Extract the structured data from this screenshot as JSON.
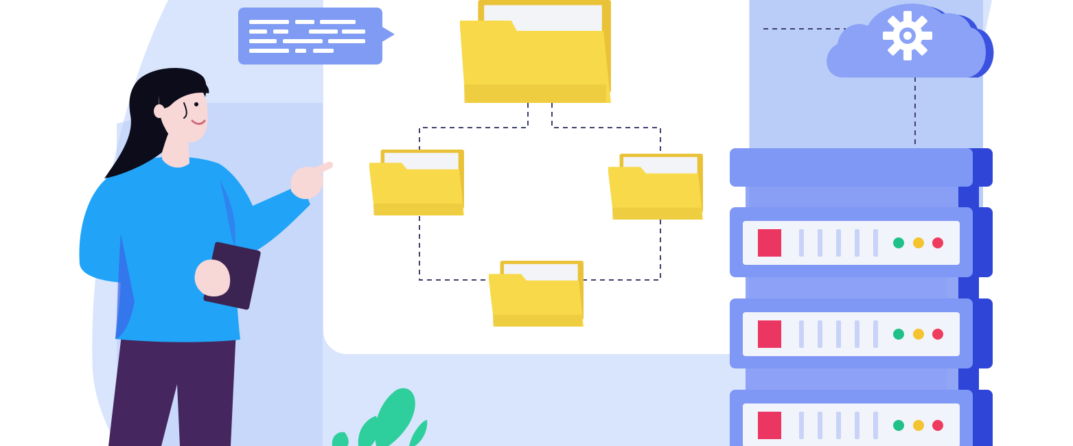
{
  "illustration": {
    "subject": "file-server-storage",
    "background_color": "#ffffff",
    "colors": {
      "backdrop_light": "#d9e5fc",
      "backdrop_mid": "#b9cdf8",
      "panel": "#ffffff",
      "folder_yellow": "#f7d94a",
      "folder_yellow_dark": "#e9c238",
      "folder_paper": "#f2f4f8",
      "server_blue": "#7f97f5",
      "server_side": "#2f45d8",
      "server_face": "#f2f4fb",
      "server_bar": "#c8d3f7",
      "led_green": "#20c189",
      "led_yellow": "#f4c430",
      "led_red": "#ef3b5e",
      "red_block": "#ec3662",
      "cloud": "#8ba2f7",
      "cloud_dark": "#3b52e0",
      "gear": "#ffffff",
      "speech_bubble": "#7f9bf3",
      "speech_lines": "#ffffff",
      "shirt": "#21a4f8",
      "shirt_shadow": "#3d63e6",
      "pants": "#46265e",
      "hair": "#0c0c1a",
      "skin": "#f8d7d7",
      "tablet": "#3c2452",
      "plant": "#2ecf9d",
      "connector_lines": "#3d3e6b"
    },
    "icons": [
      "cloud-gear-icon",
      "folder-icon",
      "server-rack-icon",
      "speech-bubble-icon",
      "plant-icon"
    ],
    "server_units": 3,
    "folder_count": 4
  }
}
